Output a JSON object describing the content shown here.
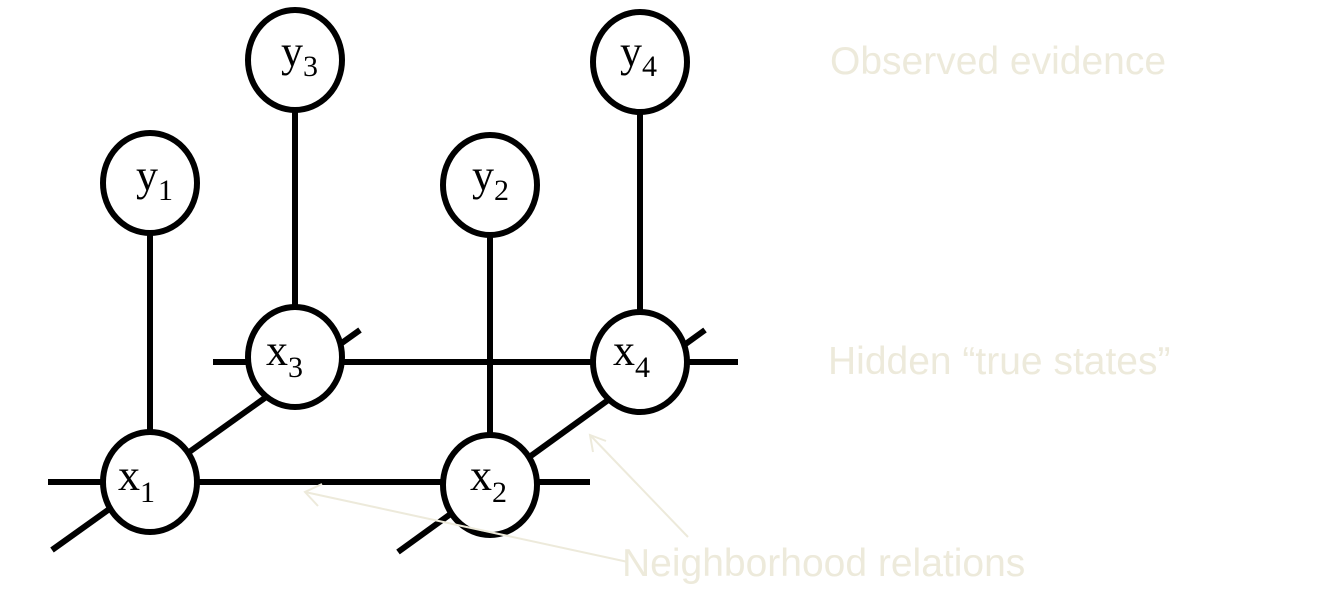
{
  "nodes": {
    "y1": {
      "base": "y",
      "sub": "1"
    },
    "y2": {
      "base": "y",
      "sub": "2"
    },
    "y3": {
      "base": "y",
      "sub": "3"
    },
    "y4": {
      "base": "y",
      "sub": "4"
    },
    "x1": {
      "base": "x",
      "sub": "1"
    },
    "x2": {
      "base": "x",
      "sub": "2"
    },
    "x3": {
      "base": "x",
      "sub": "3"
    },
    "x4": {
      "base": "x",
      "sub": "4"
    }
  },
  "annotations": {
    "observed": "Observed evidence",
    "hidden": "Hidden “true states”",
    "neighborhood": "Neighborhood relations"
  },
  "colors": {
    "annotation": "#EDEADB",
    "graph": "#000000"
  }
}
